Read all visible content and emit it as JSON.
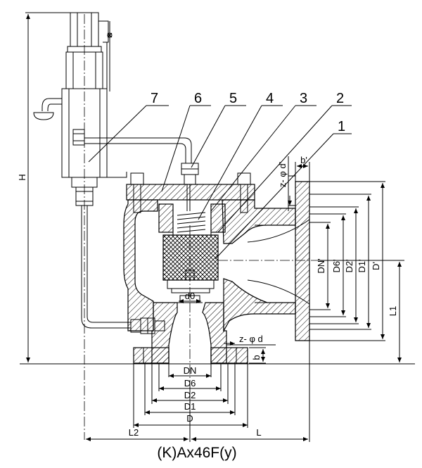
{
  "caption": "(K)Ax46F(y)",
  "part_numbers": [
    "1",
    "2",
    "3",
    "4",
    "5",
    "6",
    "7"
  ],
  "dimensions": {
    "height": "H",
    "inlet_bore": "DN",
    "inlet_d6": "D6",
    "inlet_d2": "D2",
    "inlet_d1": "D1",
    "inlet_flange": "D",
    "seat_bore": "d0",
    "inlet_bolts": "z- φ d",
    "inlet_thickness": "b",
    "outlet_bore": "DN'",
    "outlet_d6": "D6'",
    "outlet_d2": "D2'",
    "outlet_d1": "D1'",
    "outlet_flange": "D'",
    "outlet_bolts": "z- φ d'",
    "outlet_thickness": "b'",
    "outlet_height": "L1",
    "pilot_length": "L2",
    "body_length": "L"
  }
}
